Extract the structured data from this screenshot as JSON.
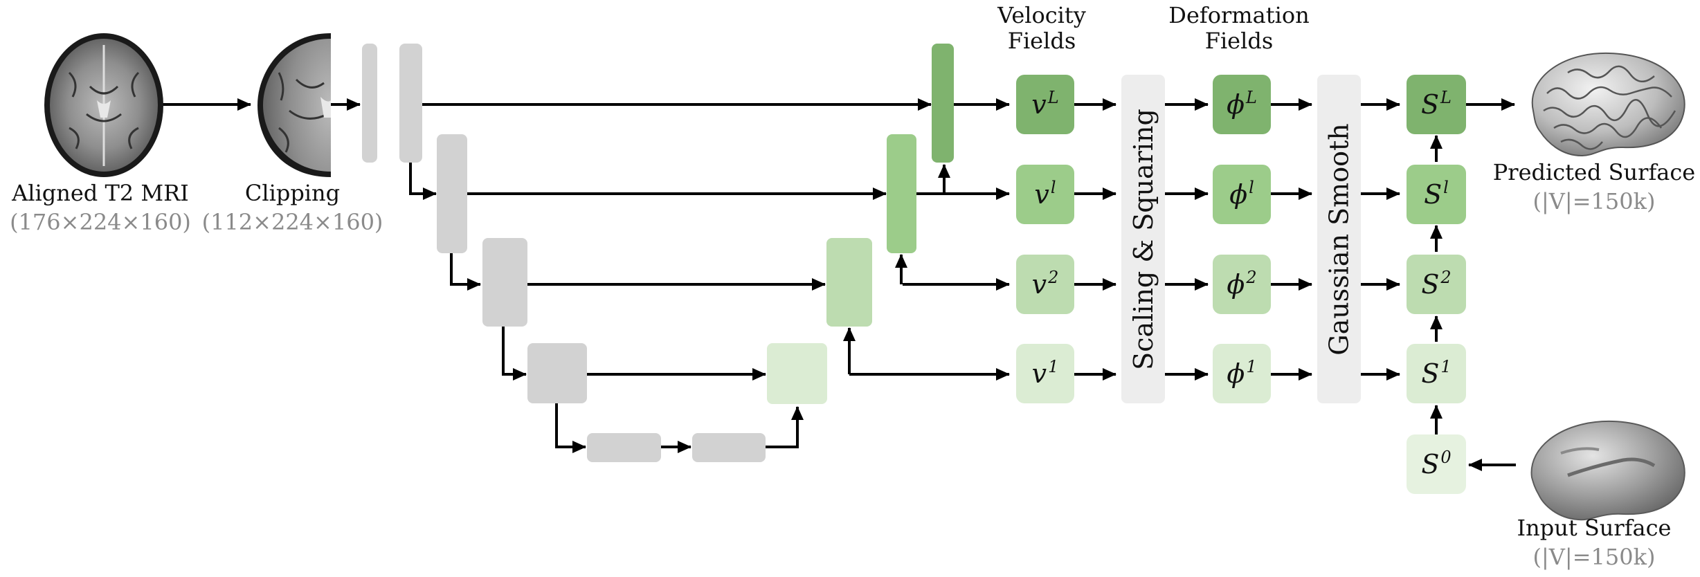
{
  "inputs": {
    "mri_label": "Aligned T2 MRI",
    "mri_dims": "(176×224×160)",
    "clip_label": "Clipping",
    "clip_dims": "(112×224×160)"
  },
  "headers": {
    "velocity_line1": "Velocity",
    "velocity_line2": "Fields",
    "deformation_line1": "Deformation",
    "deformation_line2": "Fields"
  },
  "operations": {
    "scaling": "Scaling & Squaring",
    "gaussian": "Gaussian Smooth"
  },
  "velocity": [
    {
      "base": "v",
      "sup": "L"
    },
    {
      "base": "v",
      "sup": "l"
    },
    {
      "base": "v",
      "sup": "2"
    },
    {
      "base": "v",
      "sup": "1"
    }
  ],
  "deformation": [
    {
      "base": "ϕ",
      "sup": "L"
    },
    {
      "base": "ϕ",
      "sup": "l"
    },
    {
      "base": "ϕ",
      "sup": "2"
    },
    {
      "base": "ϕ",
      "sup": "1"
    }
  ],
  "surfaces": [
    {
      "base": "S",
      "sup": "L"
    },
    {
      "base": "S",
      "sup": "l"
    },
    {
      "base": "S",
      "sup": "2"
    },
    {
      "base": "S",
      "sup": "1"
    },
    {
      "base": "S",
      "sup": "0"
    }
  ],
  "outputs": {
    "predicted_label": "Predicted Surface",
    "predicted_count": "(|V|=150k)",
    "input_label": "Input Surface",
    "input_count": "(|V|=150k)"
  },
  "colors": {
    "encoder_gray": "#d2d2d2",
    "bottleneck_gray": "#cfcfcf",
    "green_level_L": "#7fb36e",
    "green_level_l": "#9ccc8a",
    "green_level_2": "#bddcb0",
    "green_level_1": "#dbecd3",
    "green_level_0": "#e6f2e0",
    "operation_bar": "#ededed",
    "arrow": "#000000",
    "dims_text": "#8a8a8a"
  },
  "icons": {
    "mri": "brain-mri-slice-icon",
    "clipped_mri": "clipped-brain-mri-slice-icon",
    "predicted_surface": "folded-cortical-surface-icon",
    "input_surface": "smooth-cortical-surface-icon"
  }
}
